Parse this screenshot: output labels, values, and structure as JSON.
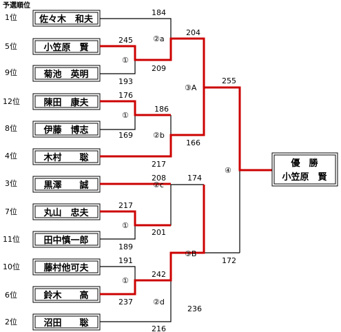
{
  "header": {
    "label": "予選順位"
  },
  "players": [
    {
      "seed": "1位",
      "name": "佐々木　和夫"
    },
    {
      "seed": "5位",
      "name": "小笠原　賢"
    },
    {
      "seed": "9位",
      "name": "菊池　英明"
    },
    {
      "seed": "12位",
      "name": "陳田　康夫"
    },
    {
      "seed": "8位",
      "name": "伊藤　博志"
    },
    {
      "seed": "4位",
      "name": "木村　　聡"
    },
    {
      "seed": "3位",
      "name": "黒澤　　誠"
    },
    {
      "seed": "7位",
      "name": "丸山　忠夫"
    },
    {
      "seed": "11位",
      "name": "田中慎一郎"
    },
    {
      "seed": "10位",
      "name": "藤村他可夫"
    },
    {
      "seed": "6位",
      "name": "鈴木　　高"
    },
    {
      "seed": "2位",
      "name": "沼田　　聡"
    }
  ],
  "match_labels": {
    "r1_a": "①",
    "r1_b": "①",
    "r1_c": "①",
    "r1_d": "①",
    "r2_a": "②a",
    "r2_b": "②b",
    "r2_c": "②c",
    "r2_d": "②d",
    "r3_a": "③A",
    "r3_b": "③B",
    "final": "④"
  },
  "scores": {
    "r1_a_top": "245",
    "r1_a_bot": "193",
    "r1_b_top": "176",
    "r1_b_bot": "169",
    "r1_c_top": "217",
    "r1_c_bot": "189",
    "r1_d_top": "191",
    "r1_d_bot": "237",
    "r2_a_top": "184",
    "r2_a_bot": "209",
    "r2_b_top": "186",
    "r2_b_bot": "217",
    "r2_c_top": "208",
    "r2_c_bot": "201",
    "r2_d_top": "242",
    "r2_d_bot": "216",
    "r3_a_top": "204",
    "r3_a_bot": "166",
    "r3_b_top": "174",
    "r3_b_bot": "236",
    "final_top": "255",
    "final_bot": "172"
  },
  "champion": {
    "title": "優　勝",
    "name": "小笠原　賢"
  },
  "colors": {
    "win": "#cc0000",
    "line": "#000000"
  }
}
